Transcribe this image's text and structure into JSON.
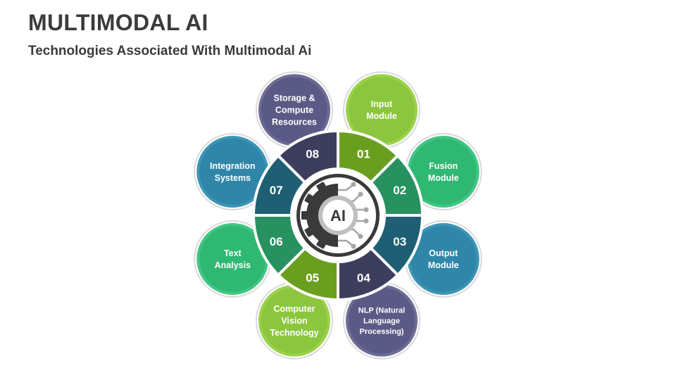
{
  "slide": {
    "title": "MULTIMODAL AI",
    "subtitle": "Technologies Associated With Multimodal Ai"
  },
  "hub": {
    "label": "AI"
  },
  "segments": [
    {
      "number": "01",
      "label": "Input Module",
      "lines": [
        "Input",
        "Module"
      ],
      "color": "#6a9e1f",
      "bubble_fill": "#8cc63f",
      "bubble_ring": "#9bd24a"
    },
    {
      "number": "02",
      "label": "Fusion Module",
      "lines": [
        "Fusion",
        "Module"
      ],
      "color": "#27915f",
      "bubble_fill": "#2fb872",
      "bubble_ring": "#42c684"
    },
    {
      "number": "03",
      "label": "Output Module",
      "lines": [
        "Output",
        "Module"
      ],
      "color": "#1f5f73",
      "bubble_fill": "#2f86a8",
      "bubble_ring": "#3c95b6"
    },
    {
      "number": "04",
      "label": "NLP (Natural Language Processing)",
      "lines": [
        "NLP (Natural",
        "Language",
        "Processing)"
      ],
      "color": "#3d3d5e",
      "bubble_fill": "#5b5a86",
      "bubble_ring": "#6d6c96"
    },
    {
      "number": "05",
      "label": "Computer Vision Technology",
      "lines": [
        "Computer",
        "Vision",
        "Technology"
      ],
      "color": "#6a9e1f",
      "bubble_fill": "#8cc63f",
      "bubble_ring": "#9bd24a"
    },
    {
      "number": "06",
      "label": "Text Analysis",
      "lines": [
        "Text",
        "Analysis"
      ],
      "color": "#27915f",
      "bubble_fill": "#2fb872",
      "bubble_ring": "#42c684"
    },
    {
      "number": "07",
      "label": "Integration Systems",
      "lines": [
        "Integration",
        "Systems"
      ],
      "color": "#1f5f73",
      "bubble_fill": "#2f86a8",
      "bubble_ring": "#3c95b6"
    },
    {
      "number": "08",
      "label": "Storage & Compute Resources",
      "lines": [
        "Storage &",
        "Compute",
        "Resources"
      ],
      "color": "#3d3d5e",
      "bubble_fill": "#5b5a86",
      "bubble_ring": "#6d6c96"
    }
  ]
}
